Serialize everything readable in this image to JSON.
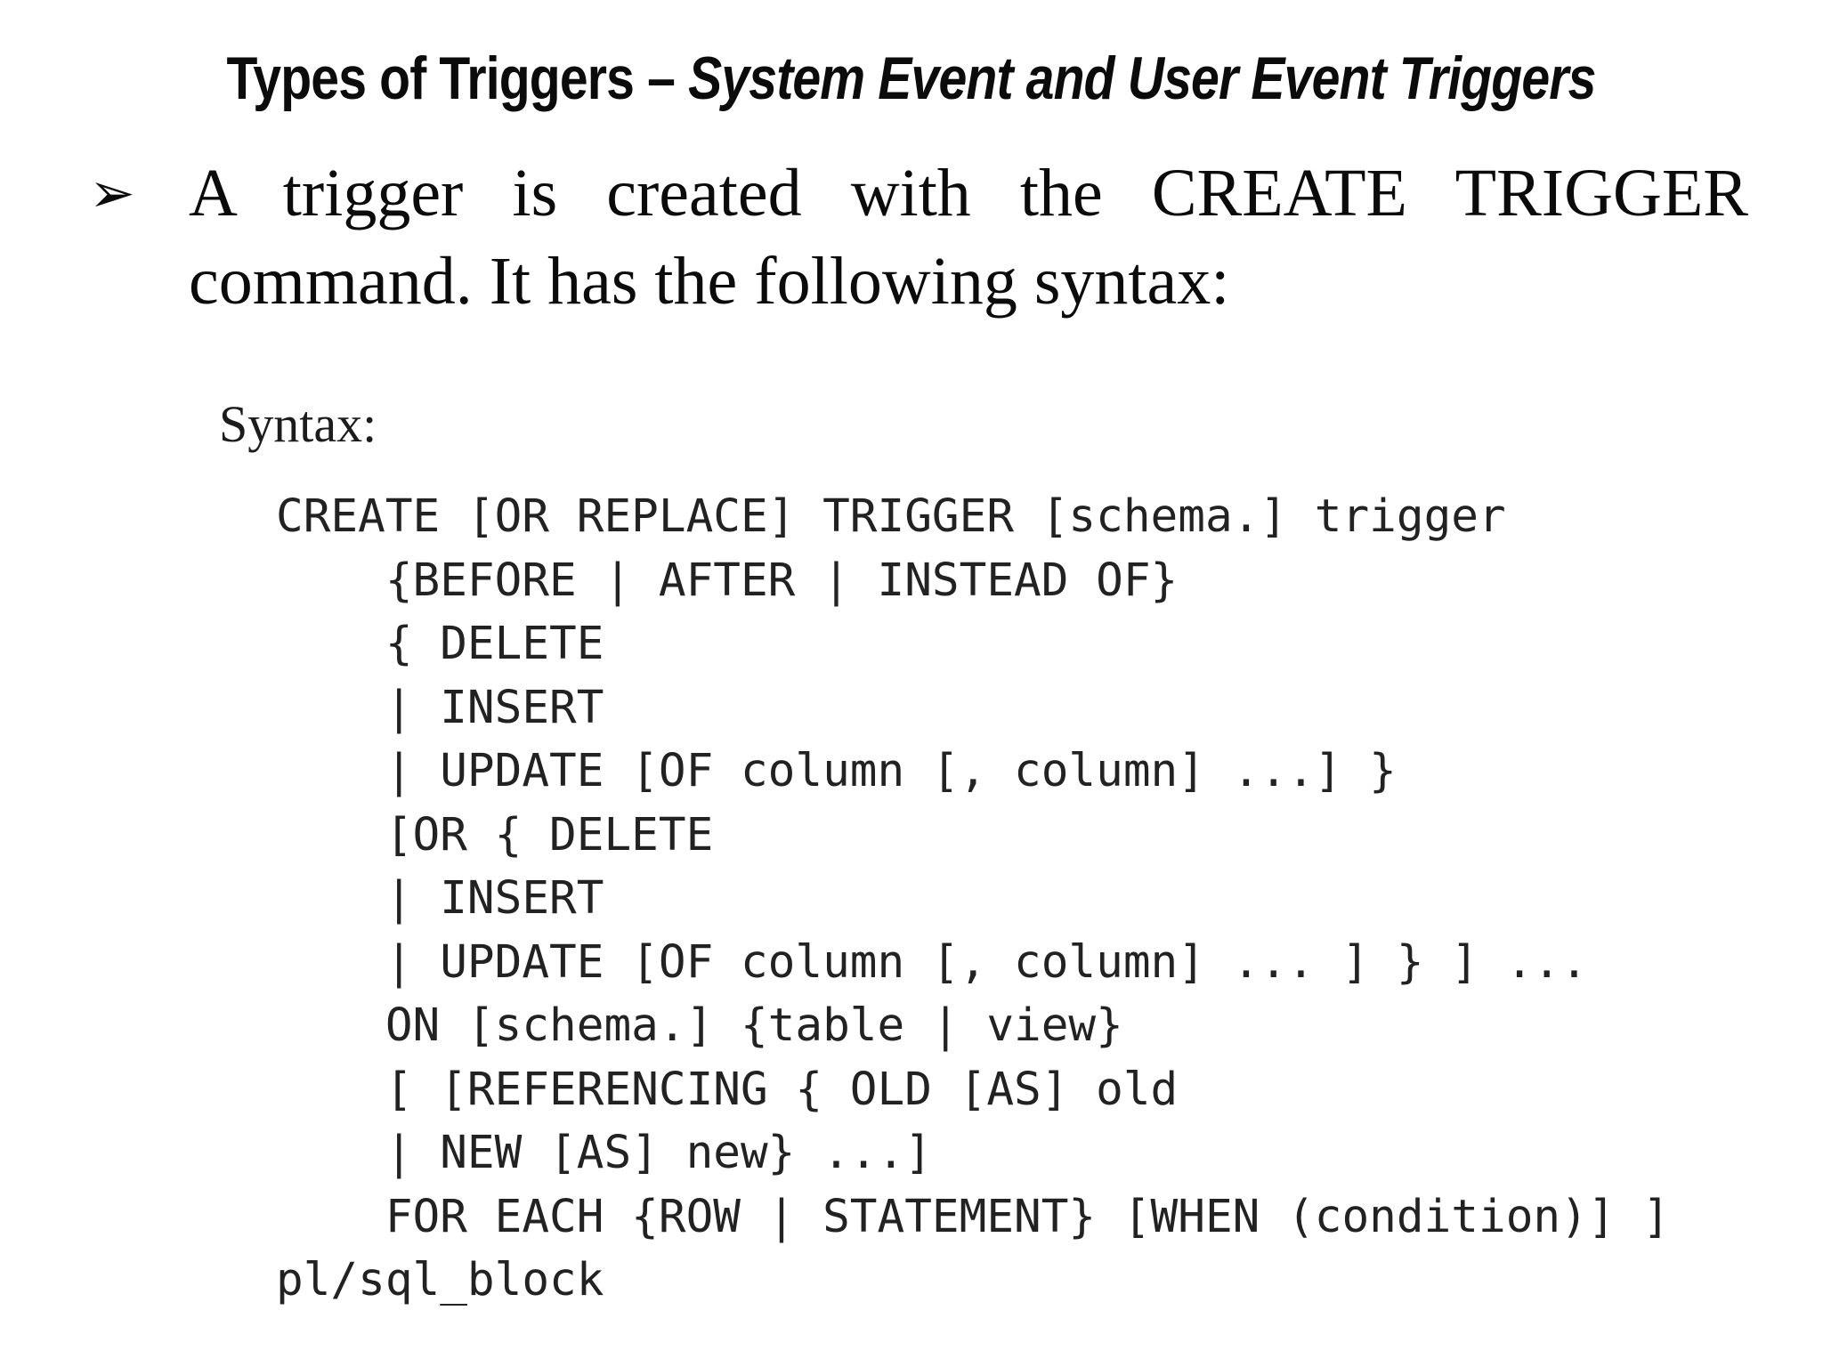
{
  "title": {
    "prefix": "Types of Triggers – ",
    "emphasis": "System Event and User Event Triggers"
  },
  "bullet": {
    "marker": "➢",
    "text": "A trigger is created with the CREATE TRIGGER command. It has the following syntax:"
  },
  "syntax_label": "Syntax:",
  "code": {
    "lines": [
      "CREATE [OR REPLACE] TRIGGER [schema.] trigger",
      "    {BEFORE | AFTER | INSTEAD OF}",
      "    { DELETE",
      "    | INSERT",
      "    | UPDATE [OF column [, column] ...] }",
      "    [OR { DELETE",
      "    | INSERT",
      "    | UPDATE [OF column [, column] ... ] } ] ...",
      "    ON [schema.] {table | view}",
      "    [ [REFERENCING { OLD [AS] old",
      "    | NEW [AS] new} ...]",
      "    FOR EACH {ROW | STATEMENT} [WHEN (condition)] ]",
      "pl/sql_block"
    ]
  },
  "colors": {
    "background": "#ffffff",
    "title_text": "#0b0b0b",
    "body_text": "#0b0b0b",
    "code_text": "#222222"
  }
}
